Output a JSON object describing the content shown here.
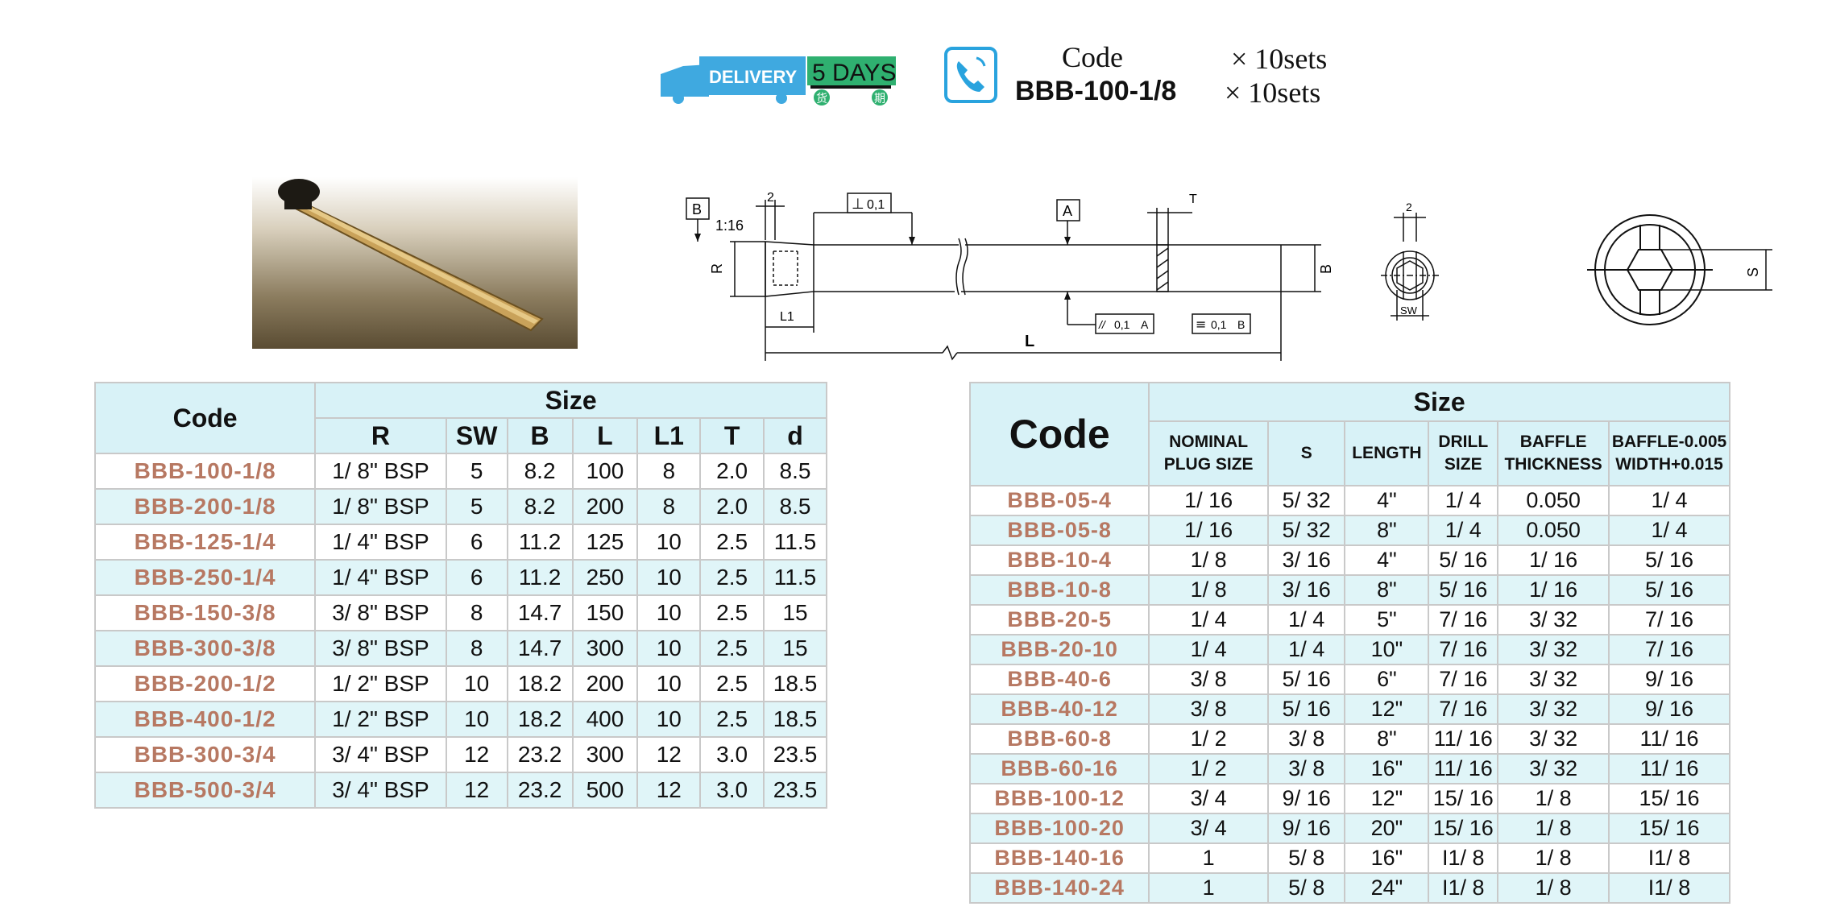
{
  "header": {
    "delivery_label": "DELIVERY",
    "days_label": "5 DAYS",
    "cjk_left": "货",
    "cjk_right": "期",
    "code_label": "Code",
    "code_qty": "× 10sets",
    "code_value": "BBB-100-1/8",
    "code_value_qty": "× 10sets",
    "colors": {
      "delivery_blue": "#3fa9e0",
      "days_green": "#2fb070",
      "phone_blue": "#29a3de"
    }
  },
  "drawing": {
    "labels": {
      "b_box": "B",
      "a_box": "A",
      "taper": "1:16",
      "dim_2": "2",
      "dim_t": "T",
      "perp_sym": "⊥",
      "perp_val": "0,1",
      "r": "R",
      "b": "B",
      "l1": "L1",
      "l": "L",
      "par_sym": "//",
      "par_val": "0,1",
      "par_ref": "A",
      "sym_sym": "≡",
      "sym_val": "0,1",
      "sym_ref": "B",
      "small_2": "2",
      "sw": "SW",
      "s": "S"
    }
  },
  "table_left": {
    "code_header": "Code",
    "size_header": "Size",
    "columns": [
      "R",
      "SW",
      "B",
      "L",
      "L1",
      "T",
      "d"
    ],
    "rows": [
      {
        "code": "BBB-100-1/8",
        "cells": [
          "1/ 8\" BSP",
          "5",
          "8.2",
          "100",
          "8",
          "2.0",
          "8.5"
        ]
      },
      {
        "code": "BBB-200-1/8",
        "cells": [
          "1/ 8\" BSP",
          "5",
          "8.2",
          "200",
          "8",
          "2.0",
          "8.5"
        ]
      },
      {
        "code": "BBB-125-1/4",
        "cells": [
          "1/ 4\" BSP",
          "6",
          "11.2",
          "125",
          "10",
          "2.5",
          "11.5"
        ]
      },
      {
        "code": "BBB-250-1/4",
        "cells": [
          "1/ 4\" BSP",
          "6",
          "11.2",
          "250",
          "10",
          "2.5",
          "11.5"
        ]
      },
      {
        "code": "BBB-150-3/8",
        "cells": [
          "3/ 8\" BSP",
          "8",
          "14.7",
          "150",
          "10",
          "2.5",
          "15"
        ]
      },
      {
        "code": "BBB-300-3/8",
        "cells": [
          "3/ 8\" BSP",
          "8",
          "14.7",
          "300",
          "10",
          "2.5",
          "15"
        ]
      },
      {
        "code": "BBB-200-1/2",
        "cells": [
          "1/ 2\" BSP",
          "10",
          "18.2",
          "200",
          "10",
          "2.5",
          "18.5"
        ]
      },
      {
        "code": "BBB-400-1/2",
        "cells": [
          "1/ 2\" BSP",
          "10",
          "18.2",
          "400",
          "10",
          "2.5",
          "18.5"
        ]
      },
      {
        "code": "BBB-300-3/4",
        "cells": [
          "3/ 4\" BSP",
          "12",
          "23.2",
          "300",
          "12",
          "3.0",
          "23.5"
        ]
      },
      {
        "code": "BBB-500-3/4",
        "cells": [
          "3/ 4\" BSP",
          "12",
          "23.2",
          "500",
          "12",
          "3.0",
          "23.5"
        ]
      }
    ]
  },
  "table_right": {
    "code_header": "Code",
    "size_header": "Size",
    "columns": [
      [
        "NOMINAL",
        "PLUG SIZE"
      ],
      [
        "S",
        ""
      ],
      [
        "LENGTH",
        ""
      ],
      [
        "DRILL",
        "SIZE"
      ],
      [
        "BAFFLE",
        "THICKNESS"
      ],
      [
        "BAFFLE-0.005",
        "WIDTH+0.015"
      ]
    ],
    "rows": [
      {
        "code": "BBB-05-4",
        "cells": [
          "1/ 16",
          "5/ 32",
          "4\"",
          "1/ 4",
          "0.050",
          "1/ 4"
        ]
      },
      {
        "code": "BBB-05-8",
        "cells": [
          "1/ 16",
          "5/ 32",
          "8\"",
          "1/ 4",
          "0.050",
          "1/ 4"
        ]
      },
      {
        "code": "BBB-10-4",
        "cells": [
          "1/ 8",
          "3/ 16",
          "4\"",
          "5/ 16",
          "1/ 16",
          "5/ 16"
        ]
      },
      {
        "code": "BBB-10-8",
        "cells": [
          "1/ 8",
          "3/ 16",
          "8\"",
          "5/ 16",
          "1/ 16",
          "5/ 16"
        ]
      },
      {
        "code": "BBB-20-5",
        "cells": [
          "1/ 4",
          "1/ 4",
          "5\"",
          "7/ 16",
          "3/ 32",
          "7/ 16"
        ]
      },
      {
        "code": "BBB-20-10",
        "cells": [
          "1/ 4",
          "1/ 4",
          "10\"",
          "7/ 16",
          "3/ 32",
          "7/ 16"
        ]
      },
      {
        "code": "BBB-40-6",
        "cells": [
          "3/ 8",
          "5/ 16",
          "6\"",
          "7/ 16",
          "3/ 32",
          "9/ 16"
        ]
      },
      {
        "code": "BBB-40-12",
        "cells": [
          "3/ 8",
          "5/ 16",
          "12\"",
          "7/ 16",
          "3/ 32",
          "9/ 16"
        ]
      },
      {
        "code": "BBB-60-8",
        "cells": [
          "1/ 2",
          "3/ 8",
          "8\"",
          "11/ 16",
          "3/ 32",
          "11/ 16"
        ]
      },
      {
        "code": "BBB-60-16",
        "cells": [
          "1/ 2",
          "3/ 8",
          "16\"",
          "11/ 16",
          "3/ 32",
          "11/ 16"
        ]
      },
      {
        "code": "BBB-100-12",
        "cells": [
          "3/ 4",
          "9/ 16",
          "12\"",
          "15/ 16",
          "1/ 8",
          "15/ 16"
        ]
      },
      {
        "code": "BBB-100-20",
        "cells": [
          "3/ 4",
          "9/ 16",
          "20\"",
          "15/ 16",
          "1/ 8",
          "15/ 16"
        ]
      },
      {
        "code": "BBB-140-16",
        "cells": [
          "1",
          "5/ 8",
          "16\"",
          "I1/ 8",
          "1/ 8",
          "I1/ 8"
        ]
      },
      {
        "code": "BBB-140-24",
        "cells": [
          "1",
          "5/ 8",
          "24\"",
          "I1/ 8",
          "1/ 8",
          "I1/ 8"
        ]
      }
    ]
  }
}
